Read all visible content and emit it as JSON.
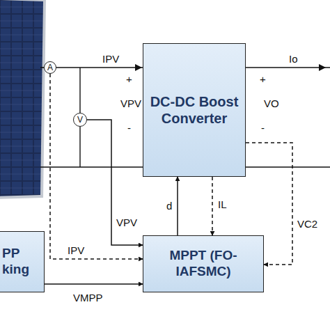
{
  "diagram": {
    "nodes": [
      {
        "text": [
          "A"
        ]
      },
      {
        "text": [
          "V"
        ]
      },
      {
        "text": [
          "DC-DC Boost Converter"
        ]
      },
      {
        "text": [
          "PP king"
        ]
      },
      {
        "text": [
          "MPPT (FO-IAFSMC)"
        ]
      }
    ],
    "edges": [
      {
        "from": 0,
        "to": 4,
        "label": "IPV",
        "arrow": "to"
      },
      {
        "from": 1,
        "to": 4,
        "label": "VPV",
        "arrow": "to"
      },
      {
        "from": 4,
        "to": 2,
        "label": "d",
        "arrow": "to"
      },
      {
        "from": 2,
        "to": 4,
        "label": "IL",
        "arrow": "to"
      },
      {
        "from": 2,
        "to": 4,
        "label": "VC2",
        "arrow": "to"
      },
      {
        "from": 3,
        "to": 4,
        "label": "VMPP",
        "arrow": "to"
      }
    ],
    "labels": [
      "IPV",
      "+",
      "VPV",
      "-",
      "Io",
      "+",
      "VO",
      "-"
    ]
  }
}
